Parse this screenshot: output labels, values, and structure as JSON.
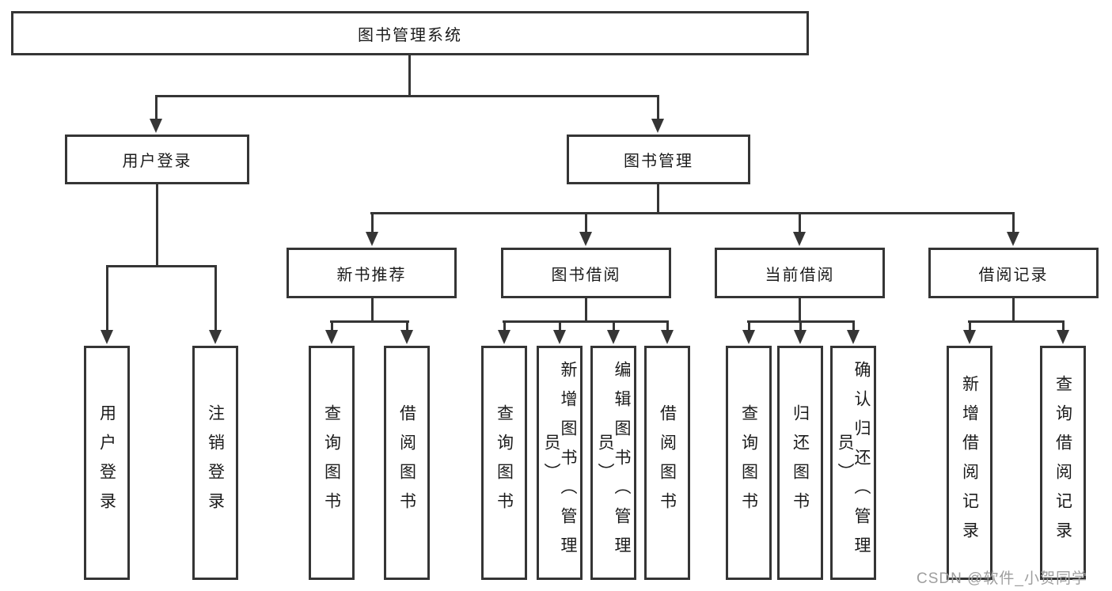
{
  "tree": {
    "root": {
      "label": "图书管理系统",
      "children": [
        {
          "label": "用户登录",
          "children": [
            {
              "label": "用户登录"
            },
            {
              "label": "注销登录"
            }
          ]
        },
        {
          "label": "图书管理",
          "children": [
            {
              "label": "新书推荐",
              "children": [
                {
                  "label": "查询图书"
                },
                {
                  "label": "借阅图书"
                }
              ]
            },
            {
              "label": "图书借阅",
              "children": [
                {
                  "label": "查询图书"
                },
                {
                  "label": "新增图书（管理员）"
                },
                {
                  "label": "编辑图书（管理员）"
                },
                {
                  "label": "借阅图书"
                }
              ]
            },
            {
              "label": "当前借阅",
              "children": [
                {
                  "label": "查询图书"
                },
                {
                  "label": "归还图书"
                },
                {
                  "label": "确认归还（管理员）"
                }
              ]
            },
            {
              "label": "借阅记录",
              "children": [
                {
                  "label": "新增借阅记录"
                },
                {
                  "label": "查询借阅记录"
                }
              ]
            }
          ]
        }
      ]
    }
  },
  "watermark": {
    "text": "CSDN @软件_小贺同学"
  },
  "colors": {
    "line": "#353535",
    "text": "#1b1b1b",
    "watermark": "#9e9e9e",
    "background": "#ffffff"
  }
}
